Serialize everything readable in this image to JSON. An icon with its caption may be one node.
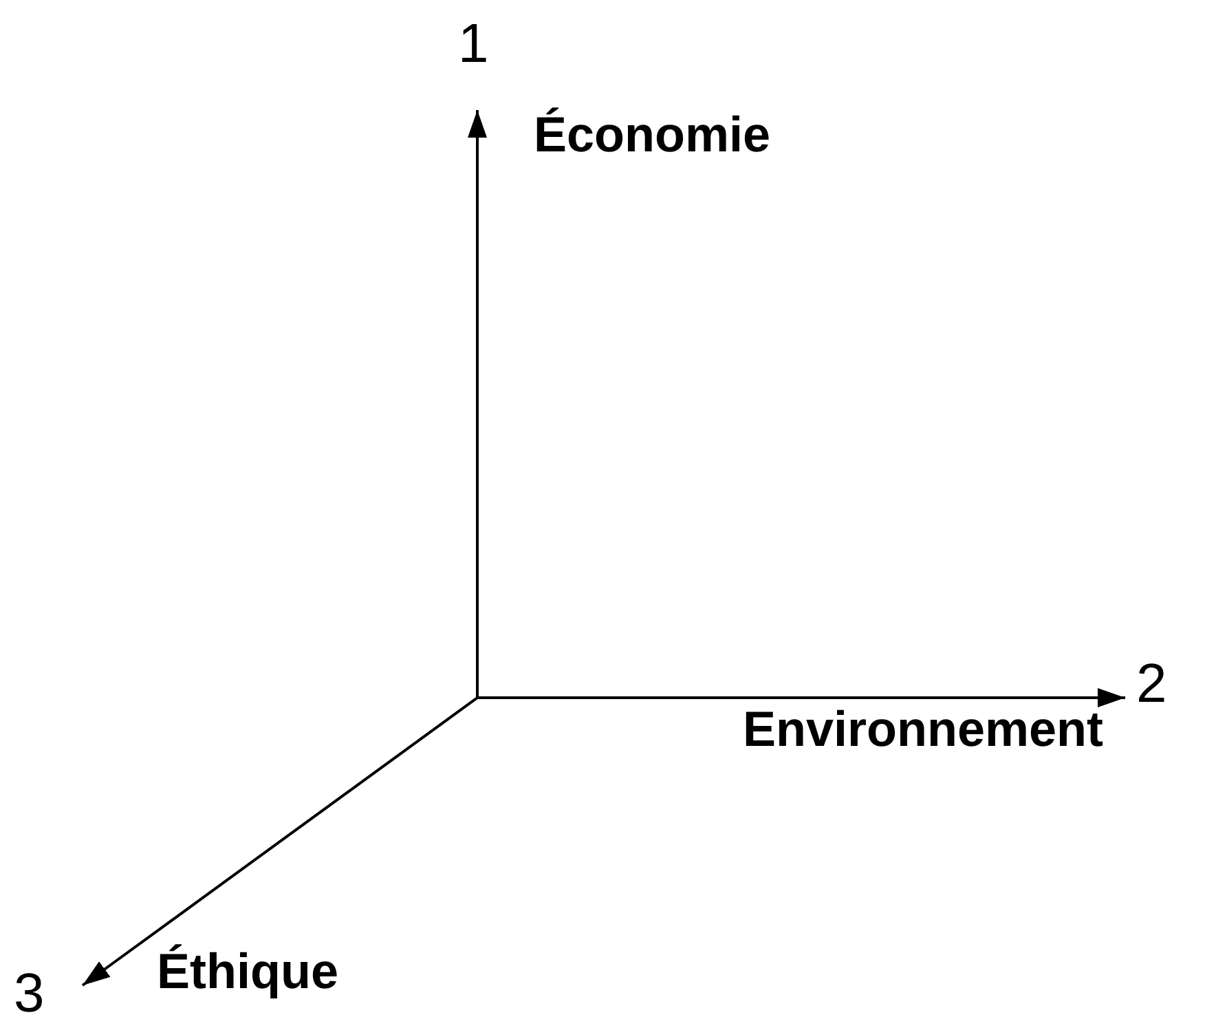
{
  "diagram": {
    "labels": [
      "1",
      "Économie",
      "2",
      "Environnement",
      "3",
      "Éthique"
    ]
  }
}
